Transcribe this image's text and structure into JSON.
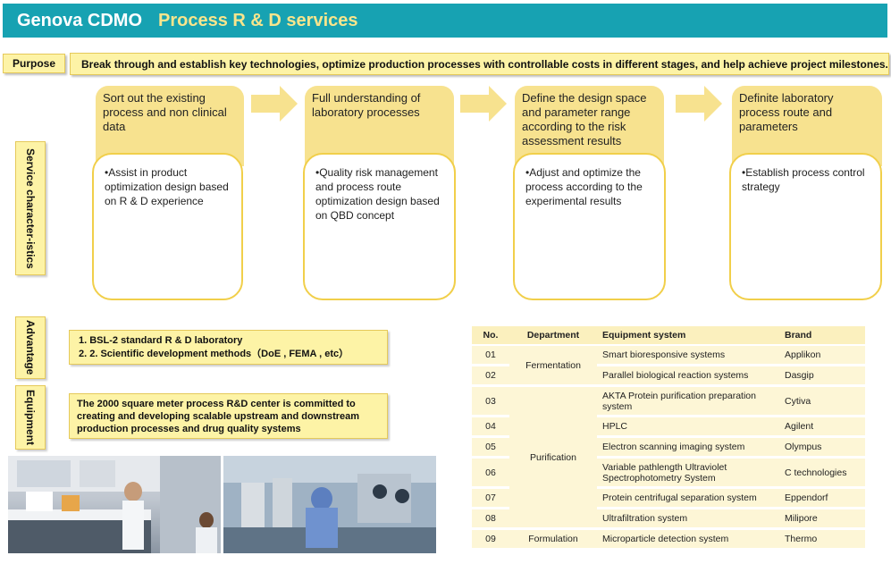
{
  "header": {
    "company": "Genova CDMO",
    "title": "Process R & D services"
  },
  "purpose": {
    "label": "Purpose",
    "text": "Break through and establish key technologies, optimize production processes with controllable costs in different stages, and help achieve project milestones."
  },
  "side_labels": {
    "service": "Service character-istics",
    "advantage": "Advantage",
    "equipment": "Equipment"
  },
  "steps": [
    {
      "heading": "Sort out the existing process and non clinical data",
      "detail": "•Assist in product optimization design based on R & D experience"
    },
    {
      "heading": "Full understanding of laboratory processes",
      "detail": "•Quality risk management and process route optimization design based on QBD concept"
    },
    {
      "heading": "Define the design space and parameter range according to the risk assessment results",
      "detail": "•Adjust and optimize the process according to the experimental results"
    },
    {
      "heading": "Definite laboratory process route and parameters",
      "detail": "•Establish process control strategy"
    }
  ],
  "advantage": {
    "line1": "1.   BSL-2 standard R & D laboratory",
    "line2": "2.   2. Scientific development methods（DoE , FEMA , etc）"
  },
  "equipment_text": "The 2000 square meter process R&D center is committed to creating and developing scalable upstream and downstream production processes and drug quality systems",
  "table": {
    "headers": [
      "No.",
      "Department",
      "Equipment system",
      "Brand"
    ],
    "rows": [
      {
        "no": "01",
        "dept": "Fermentation",
        "system": "Smart bioresponsive systems",
        "brand": "Applikon"
      },
      {
        "no": "02",
        "dept": "",
        "system": "Parallel biological reaction systems",
        "brand": "Dasgip"
      },
      {
        "no": "03",
        "dept": "Purification",
        "system": "AKTA Protein purification preparation system",
        "brand": "Cytiva"
      },
      {
        "no": "04",
        "dept": "",
        "system": "HPLC",
        "brand": "Agilent"
      },
      {
        "no": "05",
        "dept": "",
        "system": "Electron scanning imaging system",
        "brand": "Olympus"
      },
      {
        "no": "06",
        "dept": "",
        "system": "Variable pathlength Ultraviolet Spectrophotometry System",
        "brand": "C technologies"
      },
      {
        "no": "07",
        "dept": "",
        "system": "Protein centrifugal separation system",
        "brand": "Eppendorf"
      },
      {
        "no": "08",
        "dept": "",
        "system": "Ultrafiltration system",
        "brand": "Milipore"
      },
      {
        "no": "09",
        "dept": "Formulation",
        "system": "Microparticle detection system",
        "brand": "Thermo"
      }
    ]
  },
  "colors": {
    "header_bg": "#17a2b2",
    "header_accent": "#f8e58c",
    "label_fill": "#fdf3a6",
    "step_head": "#f7e28f",
    "step_border": "#f1cf4a"
  }
}
